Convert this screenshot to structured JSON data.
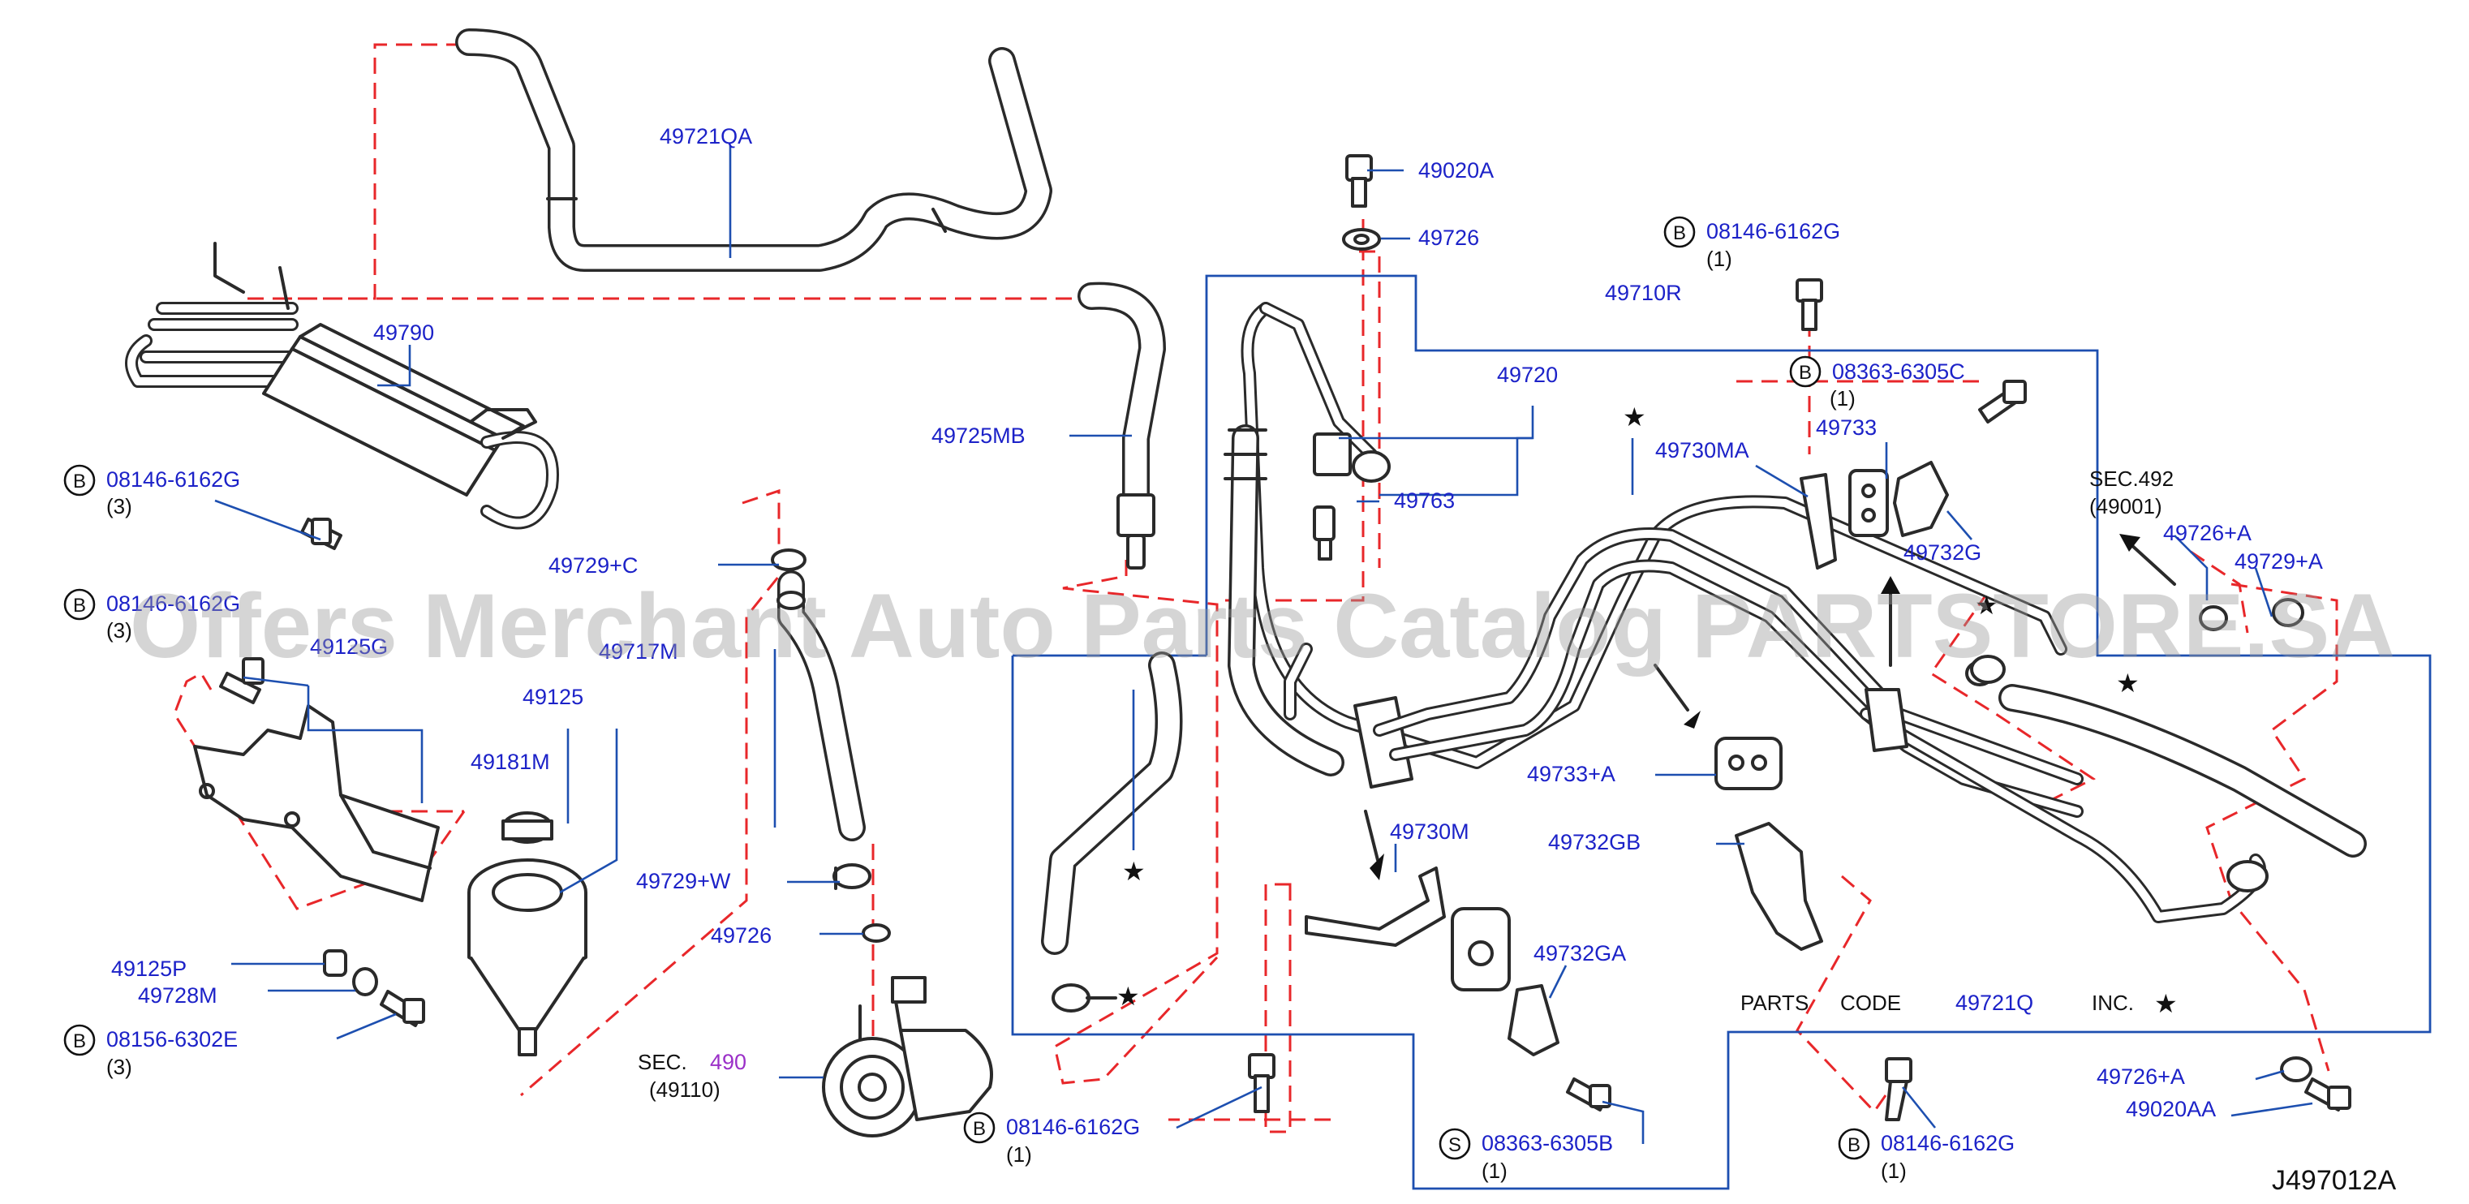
{
  "watermark": "Offers Merchant Auto Parts Catalog PARTSTORE.SA",
  "diagram_code": "J497012A",
  "parts_code_note": {
    "prefix": "PARTS",
    "code_label": "CODE",
    "code": "49721Q",
    "inc": "INC.",
    "star": "★"
  },
  "callouts": {
    "p49721QA": "49721QA",
    "p49790": "49790",
    "b1_code": "08146-6162G",
    "b1_qty": "(3)",
    "b1_mark": "B",
    "b2_code": "08146-6162G",
    "b2_qty": "(3)",
    "b2_mark": "B",
    "p49125G": "49125G",
    "p49125": "49125",
    "p49181M": "49181M",
    "p49125P": "49125P",
    "p49728M": "49728M",
    "b3_code": "08156-6302E",
    "b3_qty": "(3)",
    "b3_mark": "B",
    "p49729C": "49729+C",
    "p49717M": "49717M",
    "p49729W": "49729+W",
    "p49726_left": "49726",
    "sec490_prefix": "SEC.",
    "sec490_num": "490",
    "sec490_part": "(49110)",
    "p49725MB": "49725MB",
    "p49020A": "49020A",
    "p49726_top": "49726",
    "b4_code": "08146-6162G",
    "b4_qty": "(1)",
    "b4_mark": "B",
    "p49710R": "49710R",
    "p49720": "49720",
    "p49763": "49763",
    "b5_code": "08363-6305C",
    "b5_qty": "(1)",
    "b5_mark": "B",
    "p49730MA": "49730MA",
    "p49733": "49733",
    "p49732G": "49732G",
    "sec492": "SEC.492",
    "sec492_part": "(49001)",
    "p49726A_top": "49726+A",
    "p49729A": "49729+A",
    "p49733A": "49733+A",
    "p49732GB": "49732GB",
    "p49730M": "49730M",
    "p49732GA": "49732GA",
    "b6_code": "08146-6162G",
    "b6_qty": "(1)",
    "b6_mark": "B",
    "s1_code": "08363-6305B",
    "s1_qty": "(1)",
    "s1_mark": "S",
    "b7_code": "08146-6162G",
    "b7_qty": "(1)",
    "b7_mark": "B",
    "p49726A_bot": "49726+A",
    "p49020AA": "49020AA"
  },
  "star_symbol": "★",
  "colors": {
    "label": "#1c22c8",
    "leader": "#1d4fb0",
    "dashed_path": "#e8272a",
    "line_art": "#2a2a2a",
    "sec_number": "#9b30c8"
  }
}
